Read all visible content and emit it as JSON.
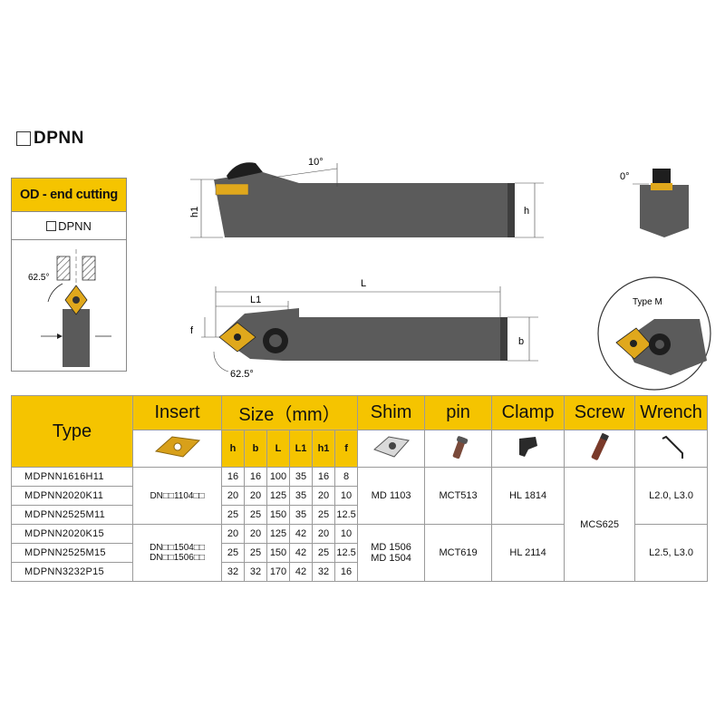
{
  "title": "DPNN",
  "od_panel": {
    "heading": "OD - end cutting",
    "subheading": "DPNN",
    "angle": "62.5°"
  },
  "drawing": {
    "angle_top": "10°",
    "label_h1": "h1",
    "label_h": "h",
    "angle_side": "0°",
    "label_L": "L",
    "label_L1": "L1",
    "label_f": "f",
    "label_b": "b",
    "angle_bottom": "62.5°",
    "type_m": "Type M"
  },
  "colors": {
    "accent": "#f5c400",
    "steel": "#565656",
    "insert": "#d8a01a"
  },
  "table": {
    "type_label": "Type",
    "headers": [
      "Insert",
      "Size（mm）",
      "Shim",
      "pin",
      "Clamp",
      "Screw",
      "Wrench"
    ],
    "size_columns": [
      "h",
      "b",
      "L",
      "L1",
      "h1",
      "f"
    ],
    "models": [
      "MDPNN1616H11",
      "MDPNN2020K11",
      "MDPNN2525M11",
      "MDPNN2020K15",
      "MDPNN2525M15",
      "MDPNN3232P15"
    ],
    "sizes": [
      [
        "16",
        "16",
        "100",
        "35",
        "16",
        "8"
      ],
      [
        "20",
        "20",
        "125",
        "35",
        "20",
        "10"
      ],
      [
        "25",
        "25",
        "150",
        "35",
        "25",
        "12.5"
      ],
      [
        "20",
        "20",
        "125",
        "42",
        "20",
        "10"
      ],
      [
        "25",
        "25",
        "150",
        "42",
        "25",
        "12.5"
      ],
      [
        "32",
        "32",
        "170",
        "42",
        "32",
        "16"
      ]
    ],
    "group1": {
      "insert": "DN□□1104□□",
      "shim": "MD 1103",
      "pin": "MCT513",
      "clamp": "HL 1814",
      "wrench": "L2.0,  L3.0"
    },
    "group2": {
      "insert_a": "DN□□1504□□",
      "insert_b": "DN□□1506□□",
      "shim_a": "MD 1506",
      "shim_b": "MD 1504",
      "pin": "MCT619",
      "clamp": "HL 2114",
      "wrench": "L2.5,  L3.0"
    },
    "screw": "MCS625"
  }
}
